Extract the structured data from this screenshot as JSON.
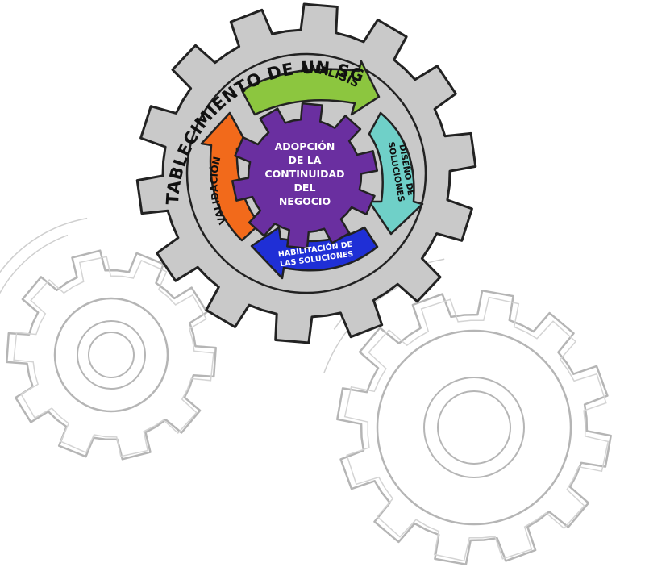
{
  "diagram": {
    "outer_ring_title": "ESTABLECIMIENTO DE UN SGCN",
    "center_lines": [
      "ADOPCIÓN",
      "DE LA",
      "CONTINUIDAD",
      "DEL",
      "NEGOCIO"
    ],
    "stages": {
      "analysis": {
        "label": "ANÁLISIS",
        "color": "#8cc63f"
      },
      "design": {
        "label_lines": [
          "DISEÑO DE",
          "SOLUCIONES"
        ],
        "color": "#6fd0c8"
      },
      "enablement": {
        "label_lines": [
          "HABILITACIÓN DE",
          "LAS SOLUCIONES"
        ],
        "color": "#1f2fd6"
      },
      "validation": {
        "label": "VALIDACIÓN",
        "color": "#f26a1b"
      }
    },
    "colors": {
      "outer_gear": "#c9c9c9",
      "inner_gear": "#6a2fa0",
      "outline": "#222222",
      "background_gear_outline": "#b5b5b5"
    }
  }
}
